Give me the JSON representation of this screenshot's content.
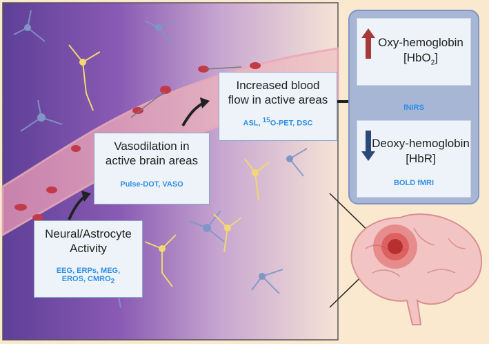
{
  "neural": {
    "title_line1": "Neural/Astrocyte",
    "title_line2": "Activity",
    "tech_line1": "EEG, ERPs, MEG,",
    "tech_line2_a": "EROS, CMRO",
    "tech_line2_sub": "2"
  },
  "vasodilation": {
    "title_line1": "Vasodilation in",
    "title_line2": "active brain areas",
    "tech": "Pulse-DOT, VASO"
  },
  "bloodflow": {
    "title_line1": "Increased blood",
    "title_line2": "flow in active areas",
    "tech_a": "ASL, ",
    "tech_sup": "15",
    "tech_b": "O-PET, DSC"
  },
  "panel": {
    "oxy_line1": "Oxy-hemoglobin",
    "oxy_line2_a": "[HbO",
    "oxy_line2_sub": "2",
    "oxy_line2_b": "]",
    "fnirs": "fNIRS",
    "deoxy_line1": "Deoxy-hemoglobin",
    "deoxy_line2": "[HbR]",
    "bold": "BOLD fMRI"
  },
  "colors": {
    "up_arrow": "#a63a3a",
    "down_arrow": "#2b4a7a",
    "technique_text": "#2f8fe6",
    "panel_bg": "#a6b6d4",
    "brain": "#f2c4c4",
    "activation": "#d94a4a"
  },
  "icons": [
    "neuron-icon",
    "astrocyte-icon",
    "blood-vessel-icon",
    "red-blood-cell-icon",
    "brain-icon",
    "arrow-up-icon",
    "arrow-down-icon"
  ]
}
